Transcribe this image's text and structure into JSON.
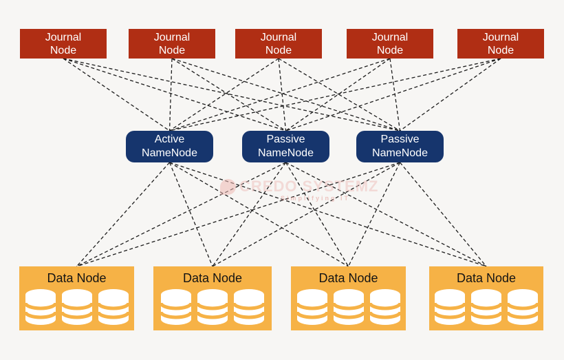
{
  "colors": {
    "page_bg": "#f7f6f4",
    "journal_box": "#b02e14",
    "journal_text": "#ffffff",
    "namenode_box": "#16356d",
    "namenode_text": "#ffffff",
    "datanode_box": "#f6b246",
    "datanode_text": "#141414",
    "cylinder": "#ffffff",
    "connector": "#1c1c1c",
    "watermark_icon": "#eeb9b4",
    "watermark_brand": "#eec2bf",
    "watermark_tagline": "#e49b95"
  },
  "journal_nodes": [
    {
      "label": "Journal Node",
      "lines": [
        "Journal",
        "Node"
      ]
    },
    {
      "label": "Journal Node",
      "lines": [
        "Journal",
        "Node"
      ]
    },
    {
      "label": "Journal Node",
      "lines": [
        "Journal",
        "Node"
      ]
    },
    {
      "label": "Journal Node",
      "lines": [
        "Journal",
        "Node"
      ]
    },
    {
      "label": "Journal Node",
      "lines": [
        "Journal",
        "Node"
      ]
    }
  ],
  "name_nodes": [
    {
      "label": "Active NameNode",
      "lines": [
        "Active",
        "NameNode"
      ],
      "role": "active"
    },
    {
      "label": "Passive NameNode",
      "lines": [
        "Passive",
        "NameNode"
      ],
      "role": "passive"
    },
    {
      "label": "Passive NameNode",
      "lines": [
        "Passive",
        "NameNode"
      ],
      "role": "passive"
    }
  ],
  "data_nodes": [
    {
      "label": "Data Node",
      "disk_count": 3
    },
    {
      "label": "Data Node",
      "disk_count": 3
    },
    {
      "label": "Data Node",
      "disk_count": 3
    },
    {
      "label": "Data Node",
      "disk_count": 3
    }
  ],
  "connections": {
    "journal_to_namenode": "all-to-all",
    "namenode_to_datanode": "all-to-all",
    "style": "dashed"
  },
  "watermark": {
    "brand": "CREDO SYSTEMZ",
    "tagline": "Simplifying IT"
  }
}
